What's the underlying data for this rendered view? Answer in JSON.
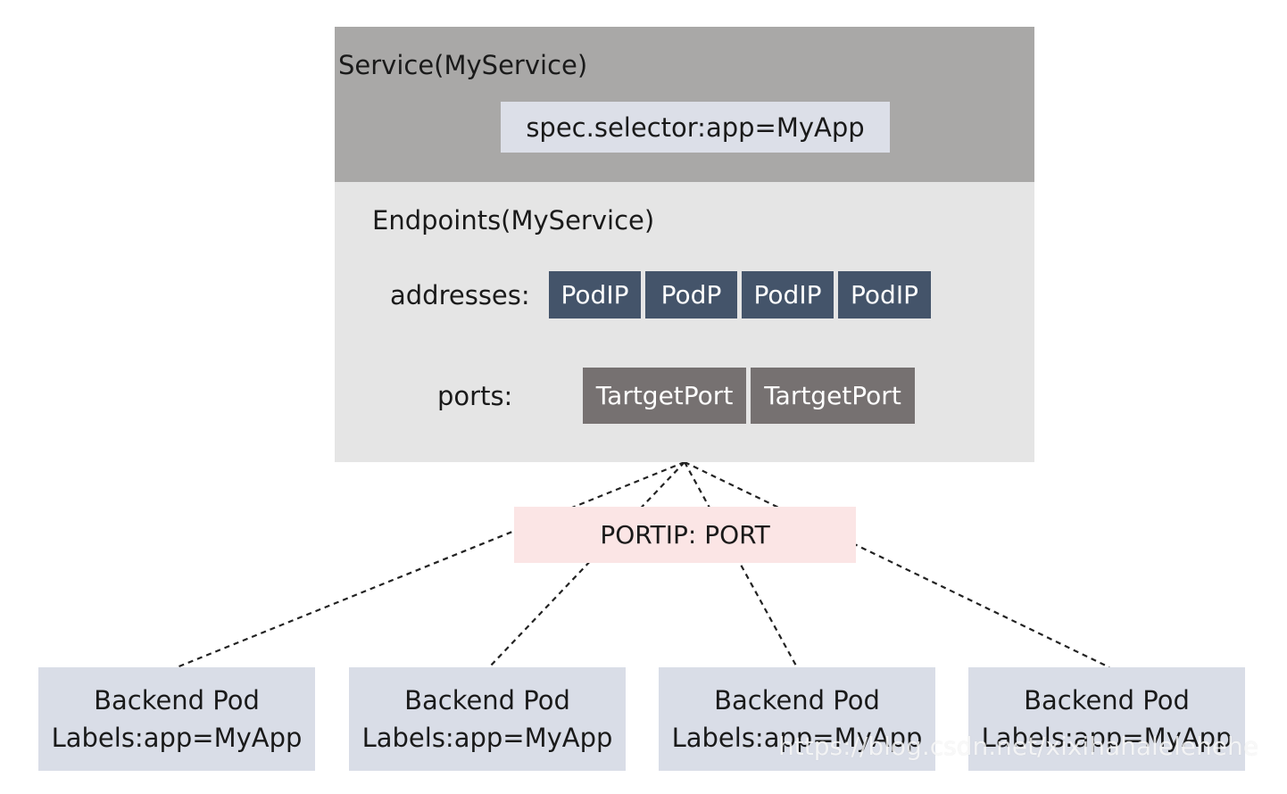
{
  "service": {
    "title": "Service(MyService)",
    "selector": "spec.selector:app=MyApp"
  },
  "endpoints": {
    "title": "Endpoints(MyService)",
    "addresses_label": "addresses:",
    "addresses": [
      "PodIP",
      "PodP",
      "PodIP",
      "PodIP"
    ],
    "ports_label": "ports:",
    "ports": [
      "TartgetPort",
      "TartgetPort"
    ]
  },
  "portip": {
    "label": "PORTIP: PORT"
  },
  "pods": [
    {
      "name": "Backend Pod",
      "labels": "Labels:app=MyApp"
    },
    {
      "name": "Backend Pod",
      "labels": "Labels:app=MyApp"
    },
    {
      "name": "Backend Pod",
      "labels": "Labels:app=MyApp"
    },
    {
      "name": "Backend Pod",
      "labels": "Labels:app=MyApp"
    }
  ],
  "watermark": "https://blog.csdn.net/xixihahalelehehe",
  "colors": {
    "service_bg": "#a9a8a7",
    "selector_bg": "#dcdfe8",
    "endpoints_bg": "#e5e5e5",
    "podip_bg": "#44546a",
    "port_bg": "#767171",
    "portip_bg": "#fbe5e5",
    "pod_bg": "#d9dde7"
  }
}
